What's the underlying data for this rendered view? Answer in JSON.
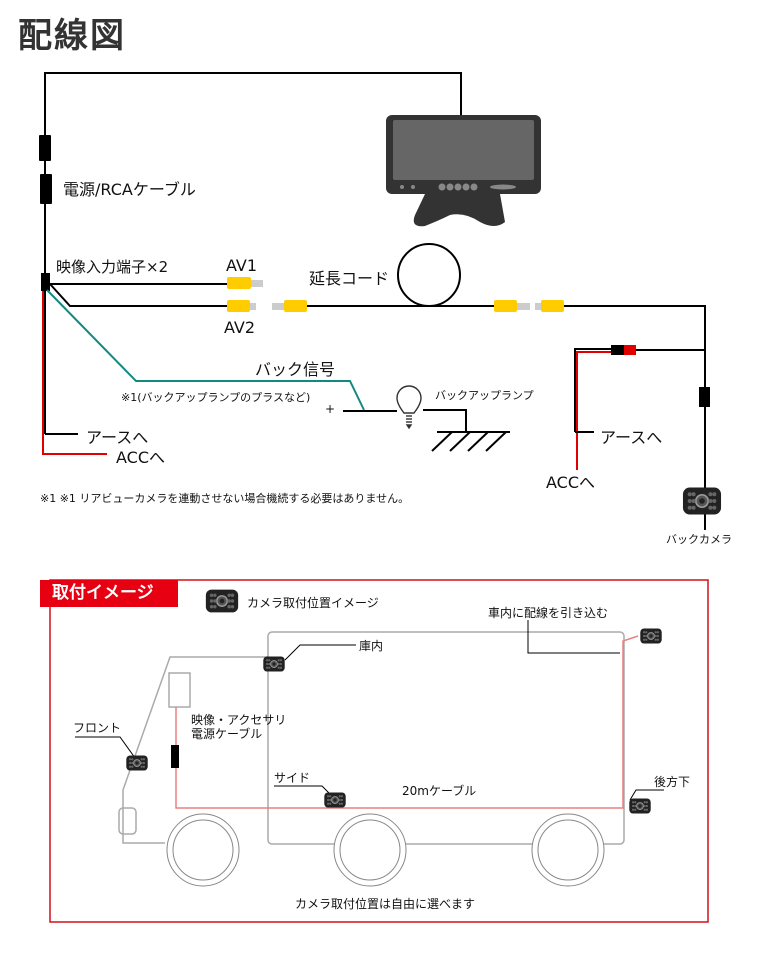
{
  "title": "配線図",
  "wiring": {
    "power_rca_cable": "電源/RCAケーブル",
    "video_inputs": "映像入力端子×2",
    "av1": "AV1",
    "av2": "AV2",
    "extension_cord": "延長コード",
    "back_signal": "バック信号",
    "back_signal_note": "※1(バックアップランプのプラスなど)",
    "plus": "+",
    "backup_lamp": "バックアップランプ",
    "ground_left": "アースへ",
    "acc_left": "ACCへ",
    "ground_right": "アースへ",
    "acc_right": "ACCへ",
    "back_camera": "バックカメラ",
    "footnote": "※1 ※1 リアビューカメラを連動させない場合機続する必要はありません。"
  },
  "install": {
    "badge": "取付イメージ",
    "legend": "カメラ取付位置イメージ",
    "route_in": "車内に配線を引き込む",
    "interior": "庫内",
    "front": "フロント",
    "video_power_cable_line1": "映像・アクセサリ",
    "video_power_cable_line2": "電源ケーブル",
    "side": "サイド",
    "cable_20m": "20mケーブル",
    "rear_lower": "後方下",
    "caption": "カメラ取付位置は自由に選べます"
  },
  "colors": {
    "wire": "#000000",
    "acc_wire": "#e00000",
    "signal_wire": "#138a80",
    "rca_plug": "#ffcc00",
    "rca_pin": "#cccccc",
    "frame": "#d0101a",
    "truck": "#aaaaaa",
    "cable_route": "#e88080"
  }
}
